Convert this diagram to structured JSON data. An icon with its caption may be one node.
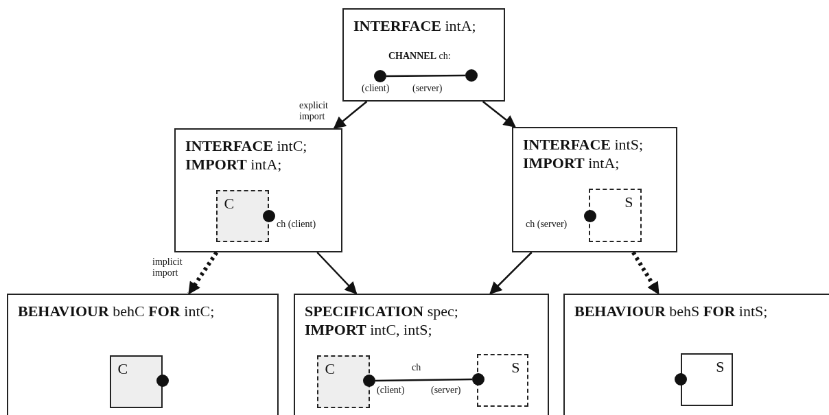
{
  "diagram": {
    "nodes": [
      {
        "text": [
          "**INTERFACE** intA;"
        ]
      },
      {
        "text": [],
        "shape": "circle",
        "in": 0,
        "beside": [
          "(client)"
        ]
      },
      {
        "text": [],
        "shape": "circle",
        "in": 0,
        "beside": [
          "(server)"
        ]
      },
      {
        "text": [
          "**INTERFACE** intC;",
          "**IMPORT** intA;"
        ]
      },
      {
        "text": [
          "C"
        ],
        "in": 3
      },
      {
        "text": [],
        "shape": "circle",
        "in": 3,
        "beside": [
          "ch (client)"
        ]
      },
      {
        "text": [
          "**INTERFACE** intS;",
          "**IMPORT** intA;"
        ]
      },
      {
        "text": [
          "S"
        ],
        "in": 6
      },
      {
        "text": [],
        "shape": "circle",
        "in": 6,
        "beside": [
          "ch (server)"
        ]
      },
      {
        "text": [
          "**BEHAVIOUR** behC **FOR** intC;"
        ]
      },
      {
        "text": [
          "C"
        ],
        "in": 9
      },
      {
        "text": [],
        "shape": "circle",
        "in": 9
      },
      {
        "text": [
          "**SPECIFICATION** spec;",
          "**IMPORT** intC, intS;"
        ]
      },
      {
        "text": [
          "C"
        ],
        "in": 12
      },
      {
        "text": [],
        "shape": "circle",
        "in": 12,
        "beside": [
          "(client)"
        ]
      },
      {
        "text": [
          "S"
        ],
        "in": 12
      },
      {
        "text": [],
        "shape": "circle",
        "in": 12,
        "beside": [
          "(server)"
        ]
      },
      {
        "text": [
          "**BEHAVIOUR** behS **FOR** intS;"
        ]
      },
      {
        "text": [
          "S"
        ],
        "in": 17
      },
      {
        "text": [],
        "shape": "circle",
        "in": 17
      }
    ],
    "edges": [
      {
        "from": 1,
        "to": 2,
        "arrow": "none",
        "label": "**CHANNEL** ch:"
      },
      {
        "from": 0,
        "to": 3,
        "arrow": "to",
        "label": "explicit import"
      },
      {
        "from": 0,
        "to": 6,
        "arrow": "to"
      },
      {
        "from": 3,
        "to": 9,
        "arrow": "to",
        "style": "dashed",
        "label": "implicit import"
      },
      {
        "from": 3,
        "to": 12,
        "arrow": "to"
      },
      {
        "from": 6,
        "to": 12,
        "arrow": "to"
      },
      {
        "from": 6,
        "to": 17,
        "arrow": "to",
        "style": "dashed"
      },
      {
        "from": 14,
        "to": 16,
        "arrow": "none",
        "label": "ch"
      }
    ]
  }
}
